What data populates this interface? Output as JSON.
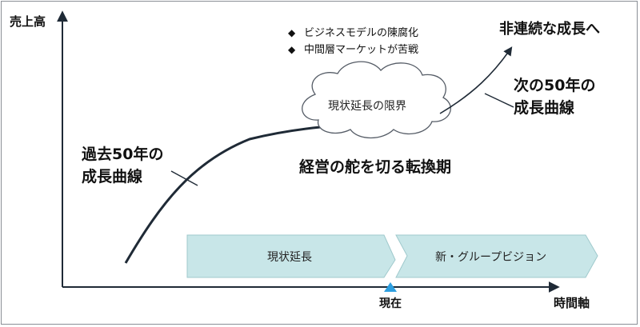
{
  "axis": {
    "y_label": "売上高",
    "x_label": "時間軸",
    "now_label": "現在"
  },
  "curves": {
    "past_label_line1": "過去50年の",
    "past_label_line2": "成長曲線",
    "next_label_line1": "次の50年の",
    "next_label_line2": "成長曲線",
    "discontinuous": "非連続な成長へ"
  },
  "cloud": {
    "label": "現状延長の限界"
  },
  "bullets": [
    "ビジネスモデルの陳腐化",
    "中間層マーケットが苦戦"
  ],
  "turning_point": "経営の舵を切る転換期",
  "phases": {
    "current": "現状延長",
    "new": "新・グループビジョン"
  },
  "colors": {
    "phase_fill": "#c8e6e8",
    "phase_stroke": "#9fc9cc",
    "triangle": "#2e9fe0",
    "axis": "#1f2a36",
    "text": "#111111"
  }
}
